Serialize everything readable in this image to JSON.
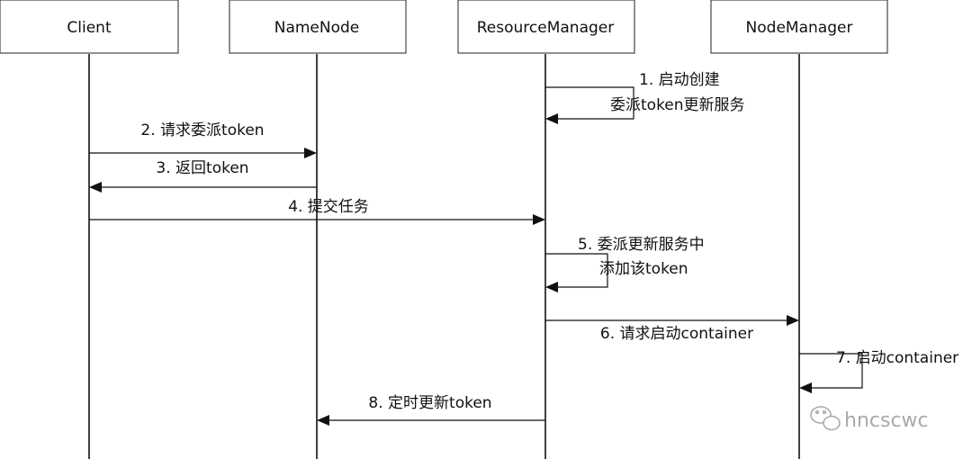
{
  "actors": [
    {
      "id": "client",
      "label": "Client"
    },
    {
      "id": "namenode",
      "label": "NameNode"
    },
    {
      "id": "resourcemanager",
      "label": "ResourceManager"
    },
    {
      "id": "nodemanager",
      "label": "NodeManager"
    }
  ],
  "messages": [
    {
      "id": "msg-1",
      "from": "resourcemanager",
      "to": "resourcemanager",
      "self": true,
      "lines": [
        "1. 启动创建",
        "委派token更新服务"
      ]
    },
    {
      "id": "msg-2",
      "from": "client",
      "to": "namenode",
      "lines": [
        "2. 请求委派token"
      ]
    },
    {
      "id": "msg-3",
      "from": "namenode",
      "to": "client",
      "lines": [
        "3. 返回token"
      ]
    },
    {
      "id": "msg-4",
      "from": "client",
      "to": "resourcemanager",
      "lines": [
        "4. 提交任务"
      ]
    },
    {
      "id": "msg-5",
      "from": "resourcemanager",
      "to": "resourcemanager",
      "self": true,
      "lines": [
        "5. 委派更新服务中",
        "添加该token"
      ]
    },
    {
      "id": "msg-6",
      "from": "resourcemanager",
      "to": "nodemanager",
      "lines": [
        "6. 请求启动container"
      ]
    },
    {
      "id": "msg-7",
      "from": "nodemanager",
      "to": "nodemanager",
      "self": true,
      "lines": [
        "7. 启动container"
      ]
    },
    {
      "id": "msg-8",
      "from": "resourcemanager",
      "to": "namenode",
      "lines": [
        "8. 定时更新token"
      ]
    }
  ],
  "watermark": {
    "text": "hncscwc",
    "icon": "wechat-icon"
  }
}
